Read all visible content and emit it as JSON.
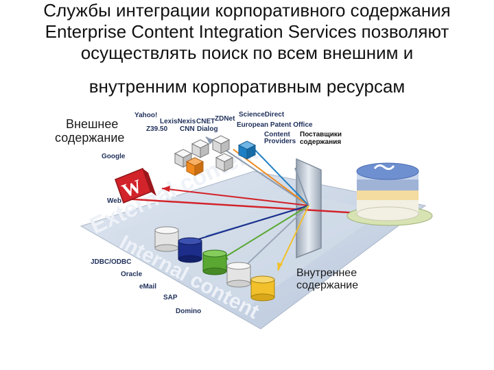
{
  "title": {
    "line1": "Службы интеграции корпоративного содержания",
    "line2": "Enterprise Content Integration Services позволяют",
    "line3": "осуществлять поиск по всем внешним и",
    "line4": "внутренним корпоративным ресурсам"
  },
  "diagram": {
    "external_label_1": "Внешнее",
    "external_label_2": "содержание",
    "internal_label_1": "Внутреннее",
    "internal_label_2": "содержание",
    "providers_ru_1": "Поставщики",
    "providers_ru_2": "содержания",
    "providers_en_1": "Content",
    "providers_en_2": "Providers",
    "band_external": "External content",
    "band_internal": "Internal content",
    "external_sources": [
      "Yahoo!",
      "LexisNexis",
      "Z39.50",
      "CNET",
      "CNN",
      "Dialog",
      "ZDNet",
      "ScienceDirect",
      "European Patent Office",
      "Google",
      "Web"
    ],
    "internal_sources": [
      "JDBC/ODBC",
      "Oracle",
      "eMail",
      "SAP",
      "Domino"
    ]
  },
  "colors": {
    "plane": "#c7d3e3",
    "cube_orange": "#f08a1e",
    "cube_blue": "#1f7fc4",
    "db_navy": "#1c2d8a",
    "db_green": "#5aa832",
    "db_yellow": "#f2c02a",
    "web_red": "#d2232a"
  }
}
